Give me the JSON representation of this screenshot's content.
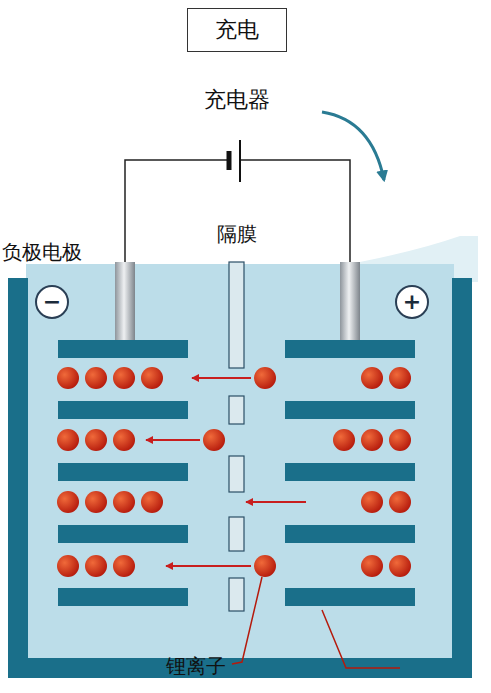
{
  "diagram": {
    "title": "充电",
    "nodes": [
      {
        "text": [
          "−"
        ]
      },
      {
        "text": [
          "+"
        ]
      }
    ],
    "labels": [
      "充电器",
      "隔膜",
      "负极电极",
      "锂离子"
    ]
  }
}
